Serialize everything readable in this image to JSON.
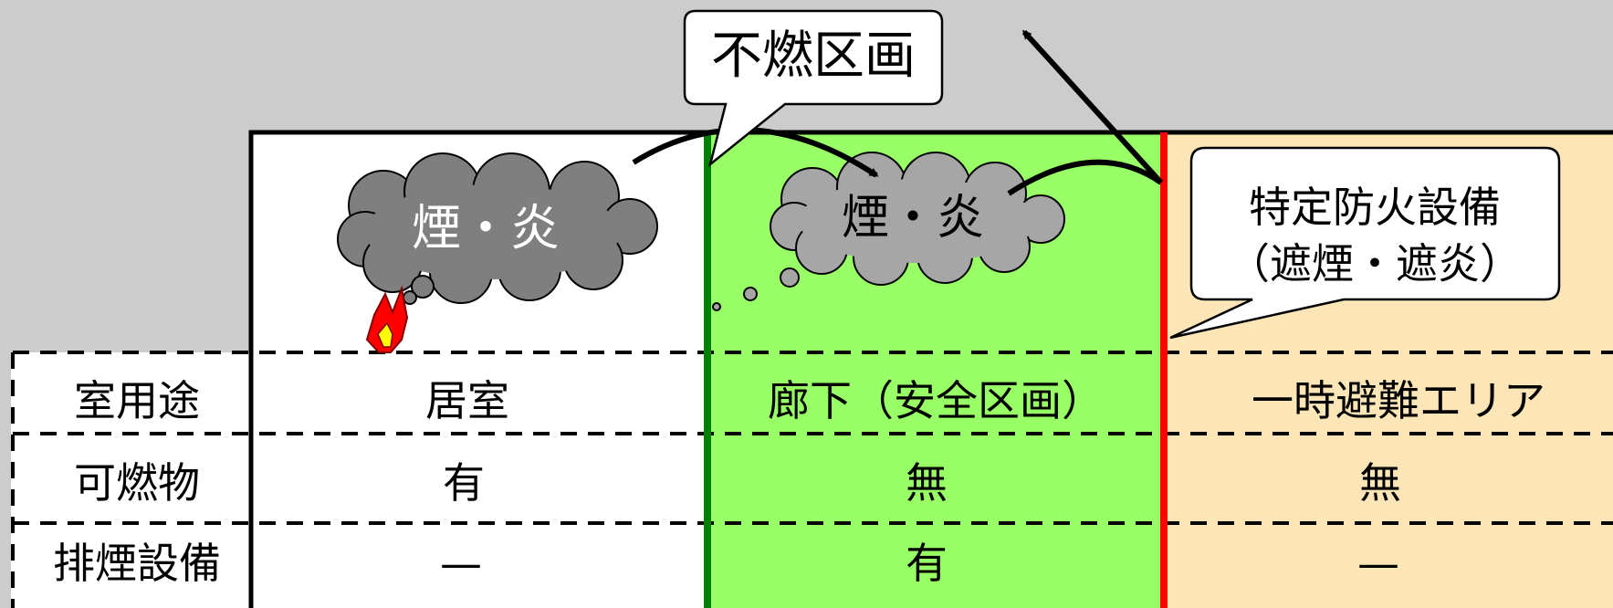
{
  "callouts": {
    "top": "不燃区画",
    "right_line1": "特定防火設備",
    "right_line2": "（遮煙・遮炎）"
  },
  "clouds": {
    "left": "煙・炎",
    "middle": "煙・炎"
  },
  "table": {
    "row_headers": [
      "室用途",
      "可燃物",
      "排煙設備"
    ],
    "columns": [
      {
        "name": "居室",
        "combustible": "有",
        "smoke_exhaust": "—"
      },
      {
        "name": "廊下（安全区画）",
        "combustible": "無",
        "smoke_exhaust": "有"
      },
      {
        "name": "一時避難エリア",
        "combustible": "無",
        "smoke_exhaust": "—"
      }
    ]
  },
  "colors": {
    "background": "#cccccc",
    "room_fill": "#ffffff",
    "corridor_fill": "#99ff66",
    "refuge_fill": "#fce5b6",
    "fire_partition": "#008000",
    "fire_door": "#ff0000",
    "cloud_dark": "#7f7f7f",
    "cloud_light": "#a6a6a6"
  }
}
